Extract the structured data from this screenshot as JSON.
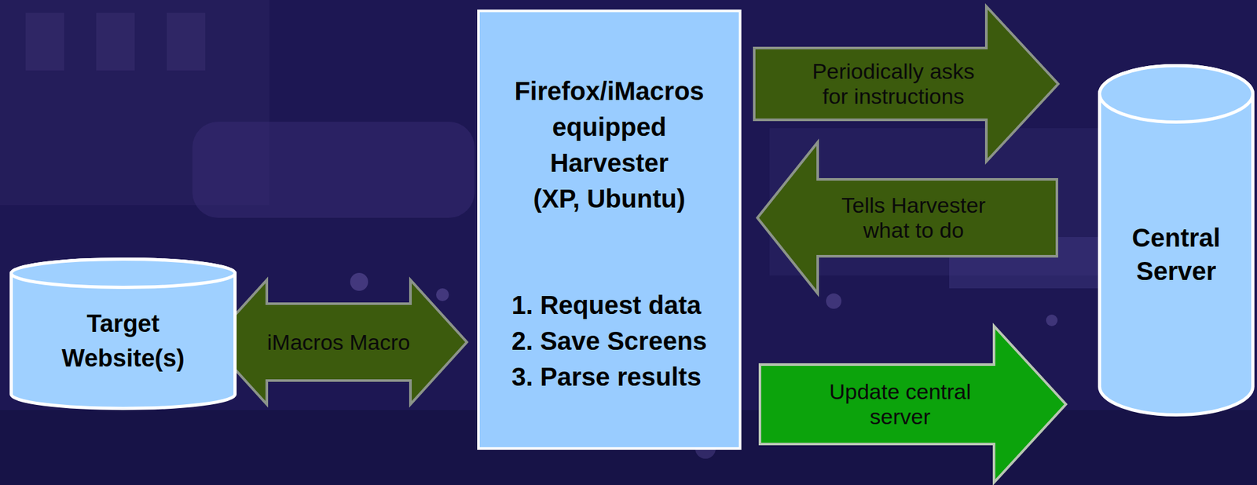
{
  "diagram": {
    "nodes": [
      {
        "text": [
          "Target Website(s)"
        ]
      },
      {
        "text": [
          "Firefox/iMacros equipped Harvester",
          "(XP, Ubuntu)",
          "1. Request data",
          "2. Save Screens",
          "3. Parse results"
        ]
      },
      {
        "text": [
          "Central Server"
        ]
      }
    ],
    "edges": [
      {
        "from": 0,
        "to": 1,
        "label": "iMacros Macro",
        "arrow": "both"
      },
      {
        "from": 1,
        "to": 2,
        "label": "Periodically asks for instructions",
        "arrow": "to"
      },
      {
        "from": 2,
        "to": 1,
        "label": "Tells Harvester what to do",
        "arrow": "to"
      },
      {
        "from": 1,
        "to": 2,
        "label": "Update central server",
        "arrow": "to"
      }
    ]
  }
}
